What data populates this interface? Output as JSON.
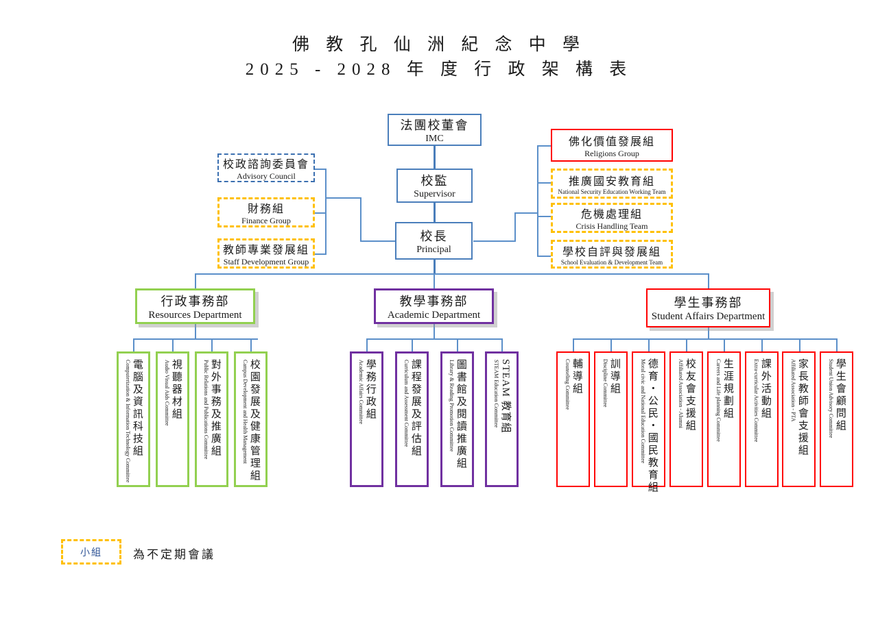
{
  "title": {
    "line1": "佛 教 孔 仙 洲 紀 念 中 學",
    "line2": "2025 - 2028 年 度 行 政 架 構 表"
  },
  "colors": {
    "blue": "#4a7ebb",
    "blue_dashed": "#3b6fb0",
    "orange_dashed": "#ffc000",
    "red": "#ff0000",
    "green": "#92d050",
    "purple": "#7030a0",
    "connector": "#5b8fc9",
    "legend_label": "#2f5496"
  },
  "spine": [
    {
      "cn": "法團校董會",
      "en": "IMC"
    },
    {
      "cn": "校監",
      "en": "Supervisor"
    },
    {
      "cn": "校長",
      "en": "Principal"
    }
  ],
  "left_groups": [
    {
      "cn": "校政諮詢委員會",
      "en": "Advisory Council"
    },
    {
      "cn": "財務組",
      "en": "Finance Group"
    },
    {
      "cn": "教師專業發展組",
      "en": "Staff Development Group"
    }
  ],
  "right_groups": [
    {
      "cn": "佛化價值發展組",
      "en": "Religions Group"
    },
    {
      "cn": "推廣國安教育組",
      "en": "National Security Education Working Team"
    },
    {
      "cn": "危機處理組",
      "en": "Crisis Handling Team"
    },
    {
      "cn": "學校自評與發展組",
      "en": "School Evaluation & Development Team"
    }
  ],
  "departments": [
    {
      "cn": "行政事務部",
      "en": "Resources Department",
      "children": [
        {
          "cn": "電腦及資訊科技組",
          "en": "Computerization & Information Technology Committee"
        },
        {
          "cn": "視聽器材組",
          "en": "Audio Visual Aids Committee"
        },
        {
          "cn": "對外事務及推廣組",
          "en": "Public Relations and Publications Committee"
        },
        {
          "cn": "校園發展及健康管理組",
          "en": "Campus Development and Health Management"
        }
      ]
    },
    {
      "cn": "教學事務部",
      "en": "Academic Department",
      "children": [
        {
          "cn": "學務行政組",
          "en": "Academic Affairs Committee"
        },
        {
          "cn": "課程發展及評估組",
          "en": "Curriculum and Assessment Committee"
        },
        {
          "cn": "圖書館及閱讀推廣組",
          "en": "Library & Reading Promotion Committee"
        },
        {
          "cn": "STEAM 教育組",
          "en": "STEAM Education Committee"
        }
      ]
    },
    {
      "cn": "學生事務部",
      "en": "Student Affairs Department",
      "children": [
        {
          "cn": "輔導組",
          "en": "Counseling Committee"
        },
        {
          "cn": "訓導組",
          "en": "Discipline Committee"
        },
        {
          "cn": "德育・公民・國民教育組",
          "en": "Moral civic and National Education Committee"
        },
        {
          "cn": "校友會支援組",
          "en": "Affiliated Association - Alumni"
        },
        {
          "cn": "生涯規劃組",
          "en": "Careers and Life planning Committee"
        },
        {
          "cn": "課外活動組",
          "en": "Extra-curricular Activities Committee"
        },
        {
          "cn": "家長教師會支援組",
          "en": "Affiliated Association - PTA"
        },
        {
          "cn": "學生會顧問組",
          "en": "Student Union Advisory Committee"
        }
      ]
    }
  ],
  "legend": {
    "box_label": "小組",
    "description": "為不定期會議"
  }
}
